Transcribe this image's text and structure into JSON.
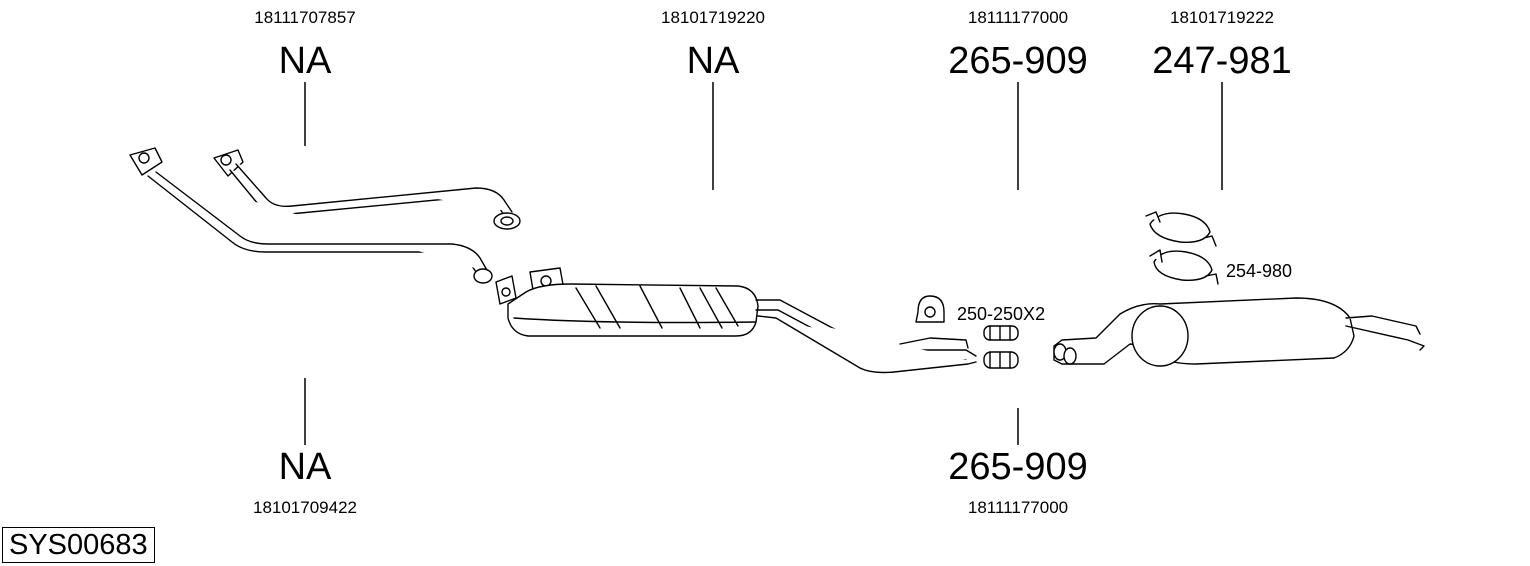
{
  "callouts": {
    "front_pipe_top": {
      "oe": "18111707857",
      "part": "NA"
    },
    "front_pipe_bottom": {
      "oe": "18101709422",
      "part": "NA"
    },
    "center_silencer": {
      "oe": "18101719220",
      "part": "NA"
    },
    "connector_top": {
      "oe": "18111177000",
      "part": "265-909"
    },
    "connector_bottom": {
      "oe": "18111177000",
      "part": "265-909"
    },
    "rear_silencer": {
      "oe": "18101719222",
      "part": "247-981"
    }
  },
  "accessory_labels": {
    "clamp_pair": "250-250X2",
    "hanger_straps": "254-980"
  },
  "system_id": "SYS00683"
}
